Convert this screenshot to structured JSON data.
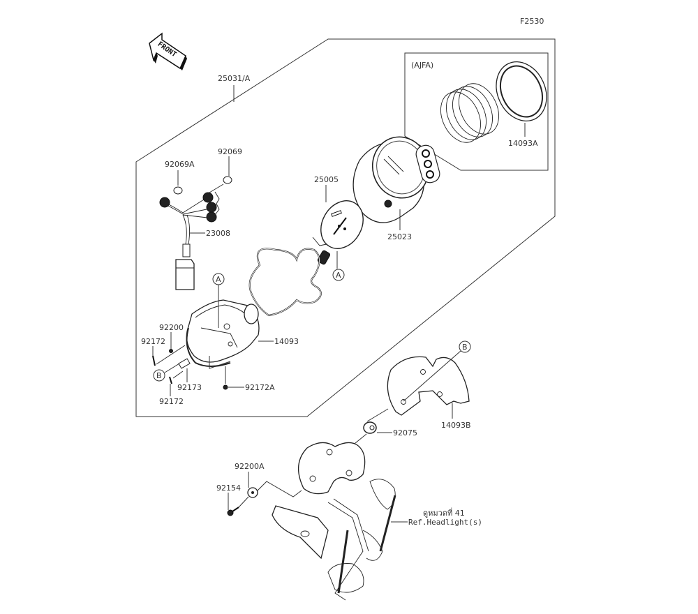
{
  "diagram": {
    "figure_code": "F2530",
    "front_indicator": "FRONT",
    "assembly_label": "25031/A",
    "variant_box_label": "(AJFA)",
    "parts": [
      {
        "id": "p-92069A",
        "number": "92069A",
        "desc": "bulb"
      },
      {
        "id": "p-92069",
        "number": "92069",
        "desc": "bulb"
      },
      {
        "id": "p-23008",
        "number": "23008",
        "desc": "socket harness"
      },
      {
        "id": "p-25005",
        "number": "25005",
        "desc": "meter board"
      },
      {
        "id": "p-25023",
        "number": "25023",
        "desc": "meter case front"
      },
      {
        "id": "p-14093A",
        "number": "14093A",
        "desc": "ring"
      },
      {
        "id": "p-14093",
        "number": "14093",
        "desc": "meter case rear"
      },
      {
        "id": "p-92200",
        "number": "92200",
        "desc": "washer"
      },
      {
        "id": "p-92172-a",
        "number": "92172",
        "desc": "screw"
      },
      {
        "id": "p-92172-b",
        "number": "92172",
        "desc": "screw"
      },
      {
        "id": "p-92173",
        "number": "92173",
        "desc": "clamp"
      },
      {
        "id": "p-92172A",
        "number": "92172A",
        "desc": "screw"
      },
      {
        "id": "p-14093B",
        "number": "14093B",
        "desc": "cover"
      },
      {
        "id": "p-92075",
        "number": "92075",
        "desc": "grommet"
      },
      {
        "id": "p-92200A",
        "number": "92200A",
        "desc": "washer"
      },
      {
        "id": "p-92154",
        "number": "92154",
        "desc": "bolt"
      }
    ],
    "callouts": [
      "A",
      "A",
      "B",
      "B"
    ],
    "reference": {
      "thai": "ดูหมวดที่ 41",
      "text": "Ref.Headlight(s)"
    }
  }
}
